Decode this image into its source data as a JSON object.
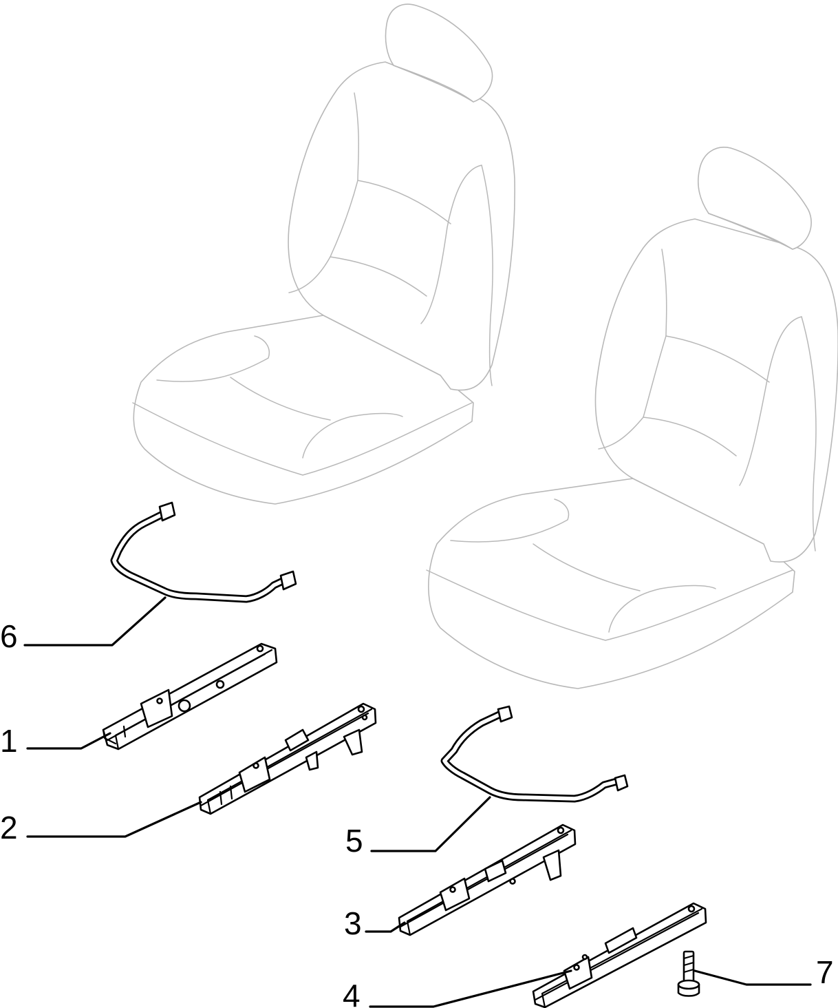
{
  "callouts": [
    {
      "id": "1",
      "label": "1"
    },
    {
      "id": "2",
      "label": "2"
    },
    {
      "id": "3",
      "label": "3"
    },
    {
      "id": "4",
      "label": "4"
    },
    {
      "id": "5",
      "label": "5"
    },
    {
      "id": "6",
      "label": "6"
    },
    {
      "id": "7",
      "label": "7"
    }
  ],
  "colors": {
    "ink": "#000000",
    "ghost": "#b8b8b8",
    "background": "#ffffff"
  }
}
